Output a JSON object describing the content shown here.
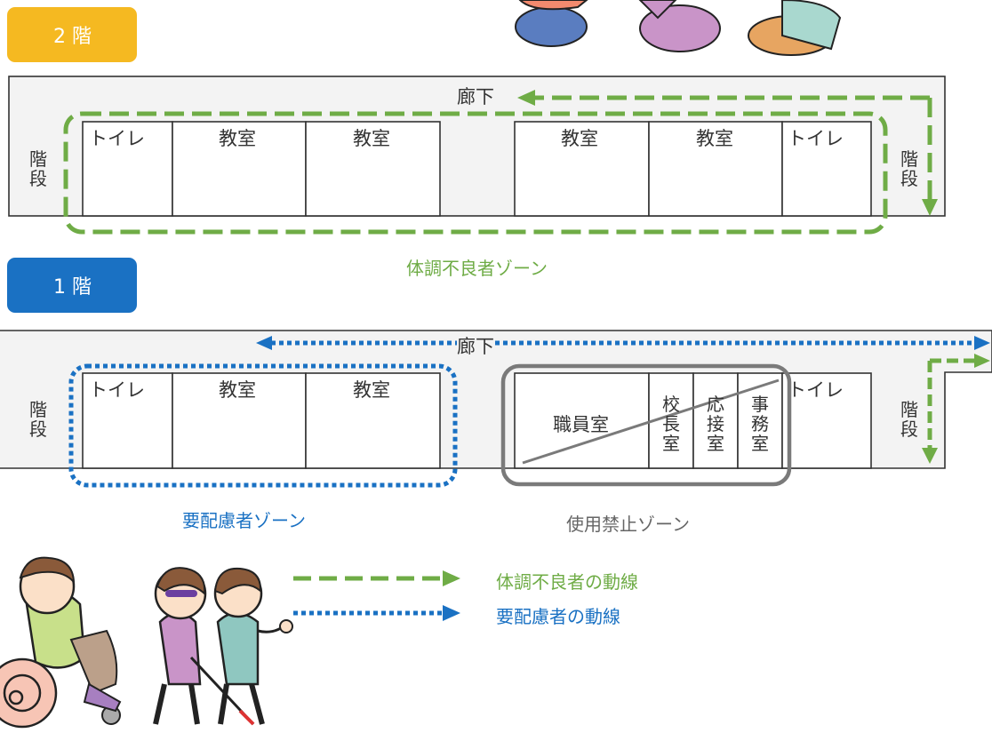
{
  "floor2": {
    "badge": "2 階",
    "corridor": "廊下",
    "stairs": "階段",
    "rooms": [
      "トイレ",
      "教室",
      "教室",
      "教室",
      "教室",
      "トイレ"
    ],
    "zone_label": "体調不良者ゾーン"
  },
  "floor1": {
    "badge": "1 階",
    "corridor": "廊下",
    "stairs": "階段",
    "left_rooms": [
      "トイレ",
      "教室",
      "教室"
    ],
    "staff_room": "職員室",
    "principal_room": "校長室",
    "reception_room": "応接室",
    "office_room": "事務室",
    "toilet_right": "トイレ",
    "zone_care_label": "要配慮者ゾーン",
    "zone_prohibited_label": "使用禁止ゾーン"
  },
  "legend": {
    "sick_route": "体調不良者の動線",
    "care_route": "要配慮者の動線"
  },
  "colors": {
    "sick_green": "#6fac46",
    "care_blue": "#1a71c3",
    "prohibited_gray": "#7a7a7a",
    "corridor_fill": "#f3f3f3",
    "badge_yellow": "#f5b921",
    "badge_blue": "#1a71c3"
  }
}
